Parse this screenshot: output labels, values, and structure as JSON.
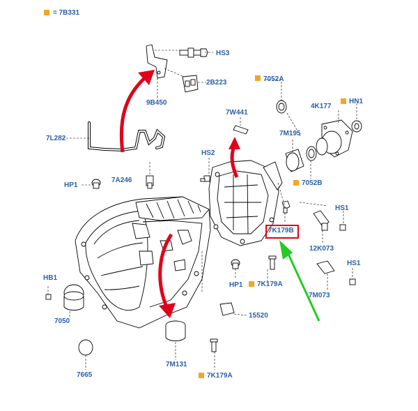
{
  "legend": {
    "marker_label": "= 7B331"
  },
  "colors": {
    "label": "#2b5fa8",
    "marker": "#f5a623",
    "highlight": "#e0001b",
    "arrow_red": "#e0001b",
    "arrow_green": "#22cc22",
    "line": "#000000"
  },
  "labels": {
    "hs3": "HS3",
    "p2b223": "2B223",
    "p9b450": "9B450",
    "p7w441": "7W441",
    "p7052a": "7052A",
    "p4k177": "4K177",
    "hn1": "HN1",
    "p7m195": "7M195",
    "p7l282": "7L282",
    "hs2": "HS2",
    "p7a246": "7A246",
    "hp1_left": "HP1",
    "p7052b": "7052B",
    "hs1_upper": "HS1",
    "p7k179b": "7K179B",
    "p12k073": "12K073",
    "hs1_lower": "HS1",
    "hp1_bottom": "HP1",
    "p7k179a_mid": "7K179A",
    "p7m073": "7M073",
    "hb1": "HB1",
    "p7050": "7050",
    "p15520": "15520",
    "p7m131": "7M131",
    "p7k179a_bottom": "7K179A",
    "p7665": "7665"
  }
}
